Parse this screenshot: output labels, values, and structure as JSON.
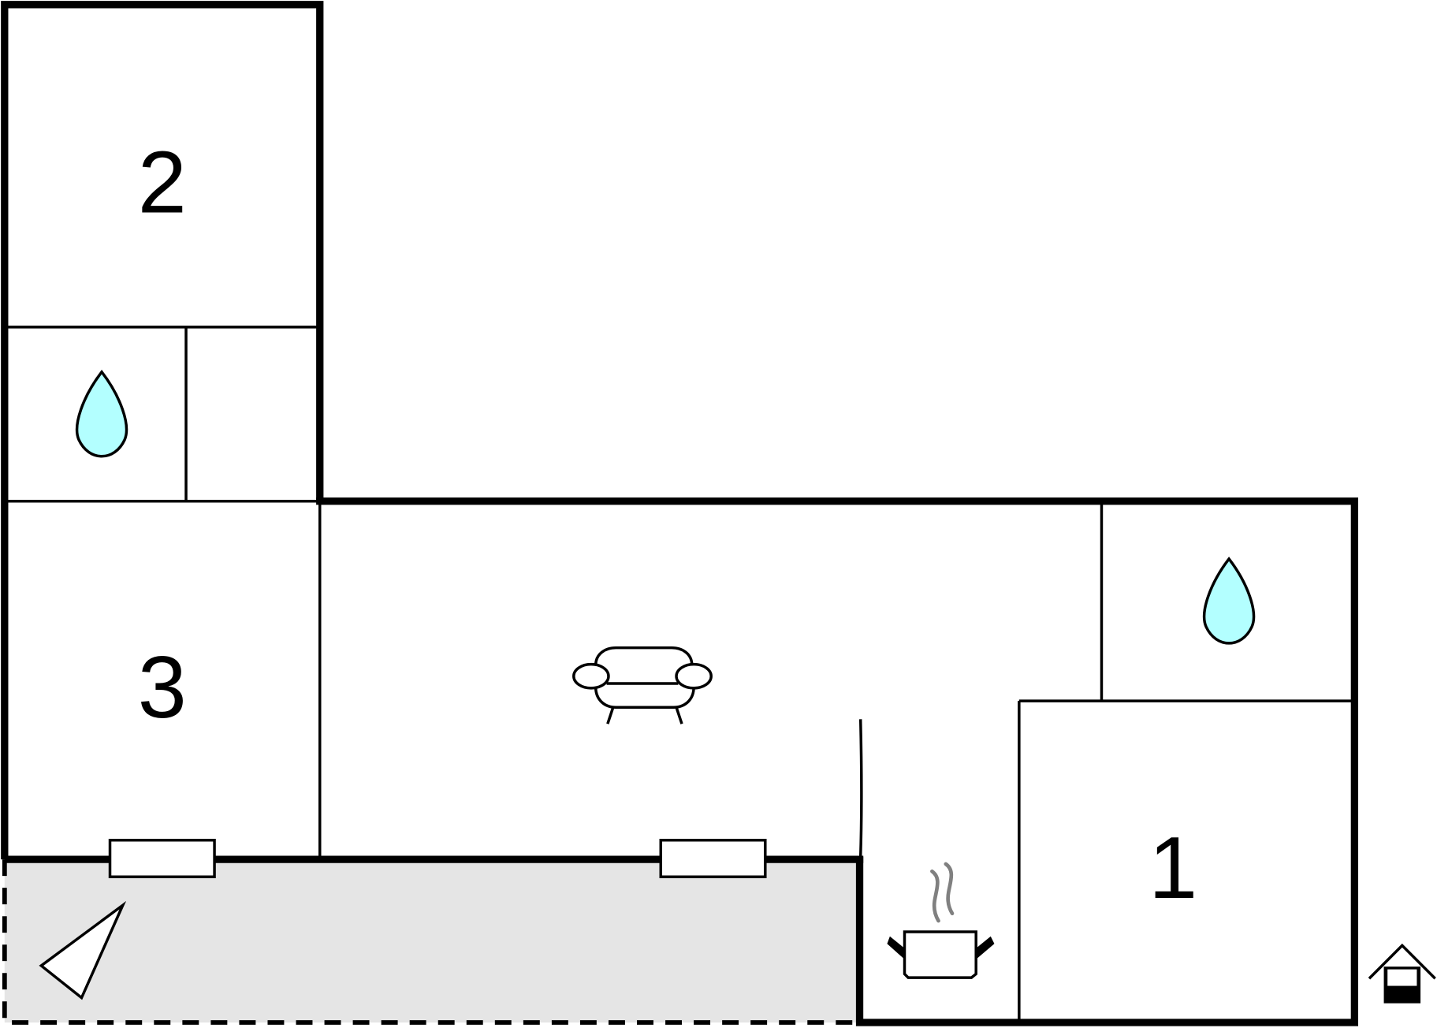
{
  "floorplan": {
    "rooms": [
      {
        "id": "bedroom-2",
        "label": "2"
      },
      {
        "id": "bedroom-3",
        "label": "3"
      },
      {
        "id": "bedroom-1",
        "label": "1"
      }
    ],
    "icons": [
      {
        "type": "water-drop-icon",
        "room": "bathroom-upper-left"
      },
      {
        "type": "water-drop-icon",
        "room": "bathroom-right"
      },
      {
        "type": "sofa-icon",
        "room": "living-room"
      },
      {
        "type": "cooking-pot-icon",
        "room": "kitchen"
      },
      {
        "type": "compass-north-arrow-icon",
        "room": "terrace"
      },
      {
        "type": "house-legend-icon",
        "room": "outside"
      }
    ],
    "colors": {
      "wall": "#000000",
      "water": "#b3ffff",
      "terrace": "#e5e5e5",
      "steam": "#808080"
    }
  }
}
